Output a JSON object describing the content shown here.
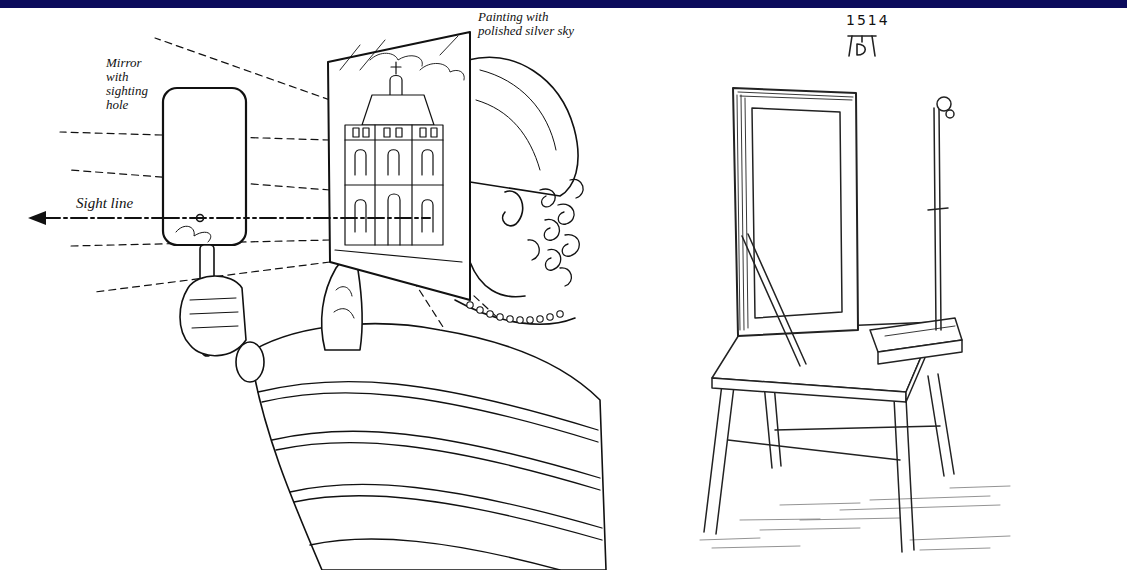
{
  "diagram": {
    "labels": [
      "Mirror with sighting hole",
      "Painting with polished silver sky",
      "Sight line",
      "1514"
    ]
  }
}
